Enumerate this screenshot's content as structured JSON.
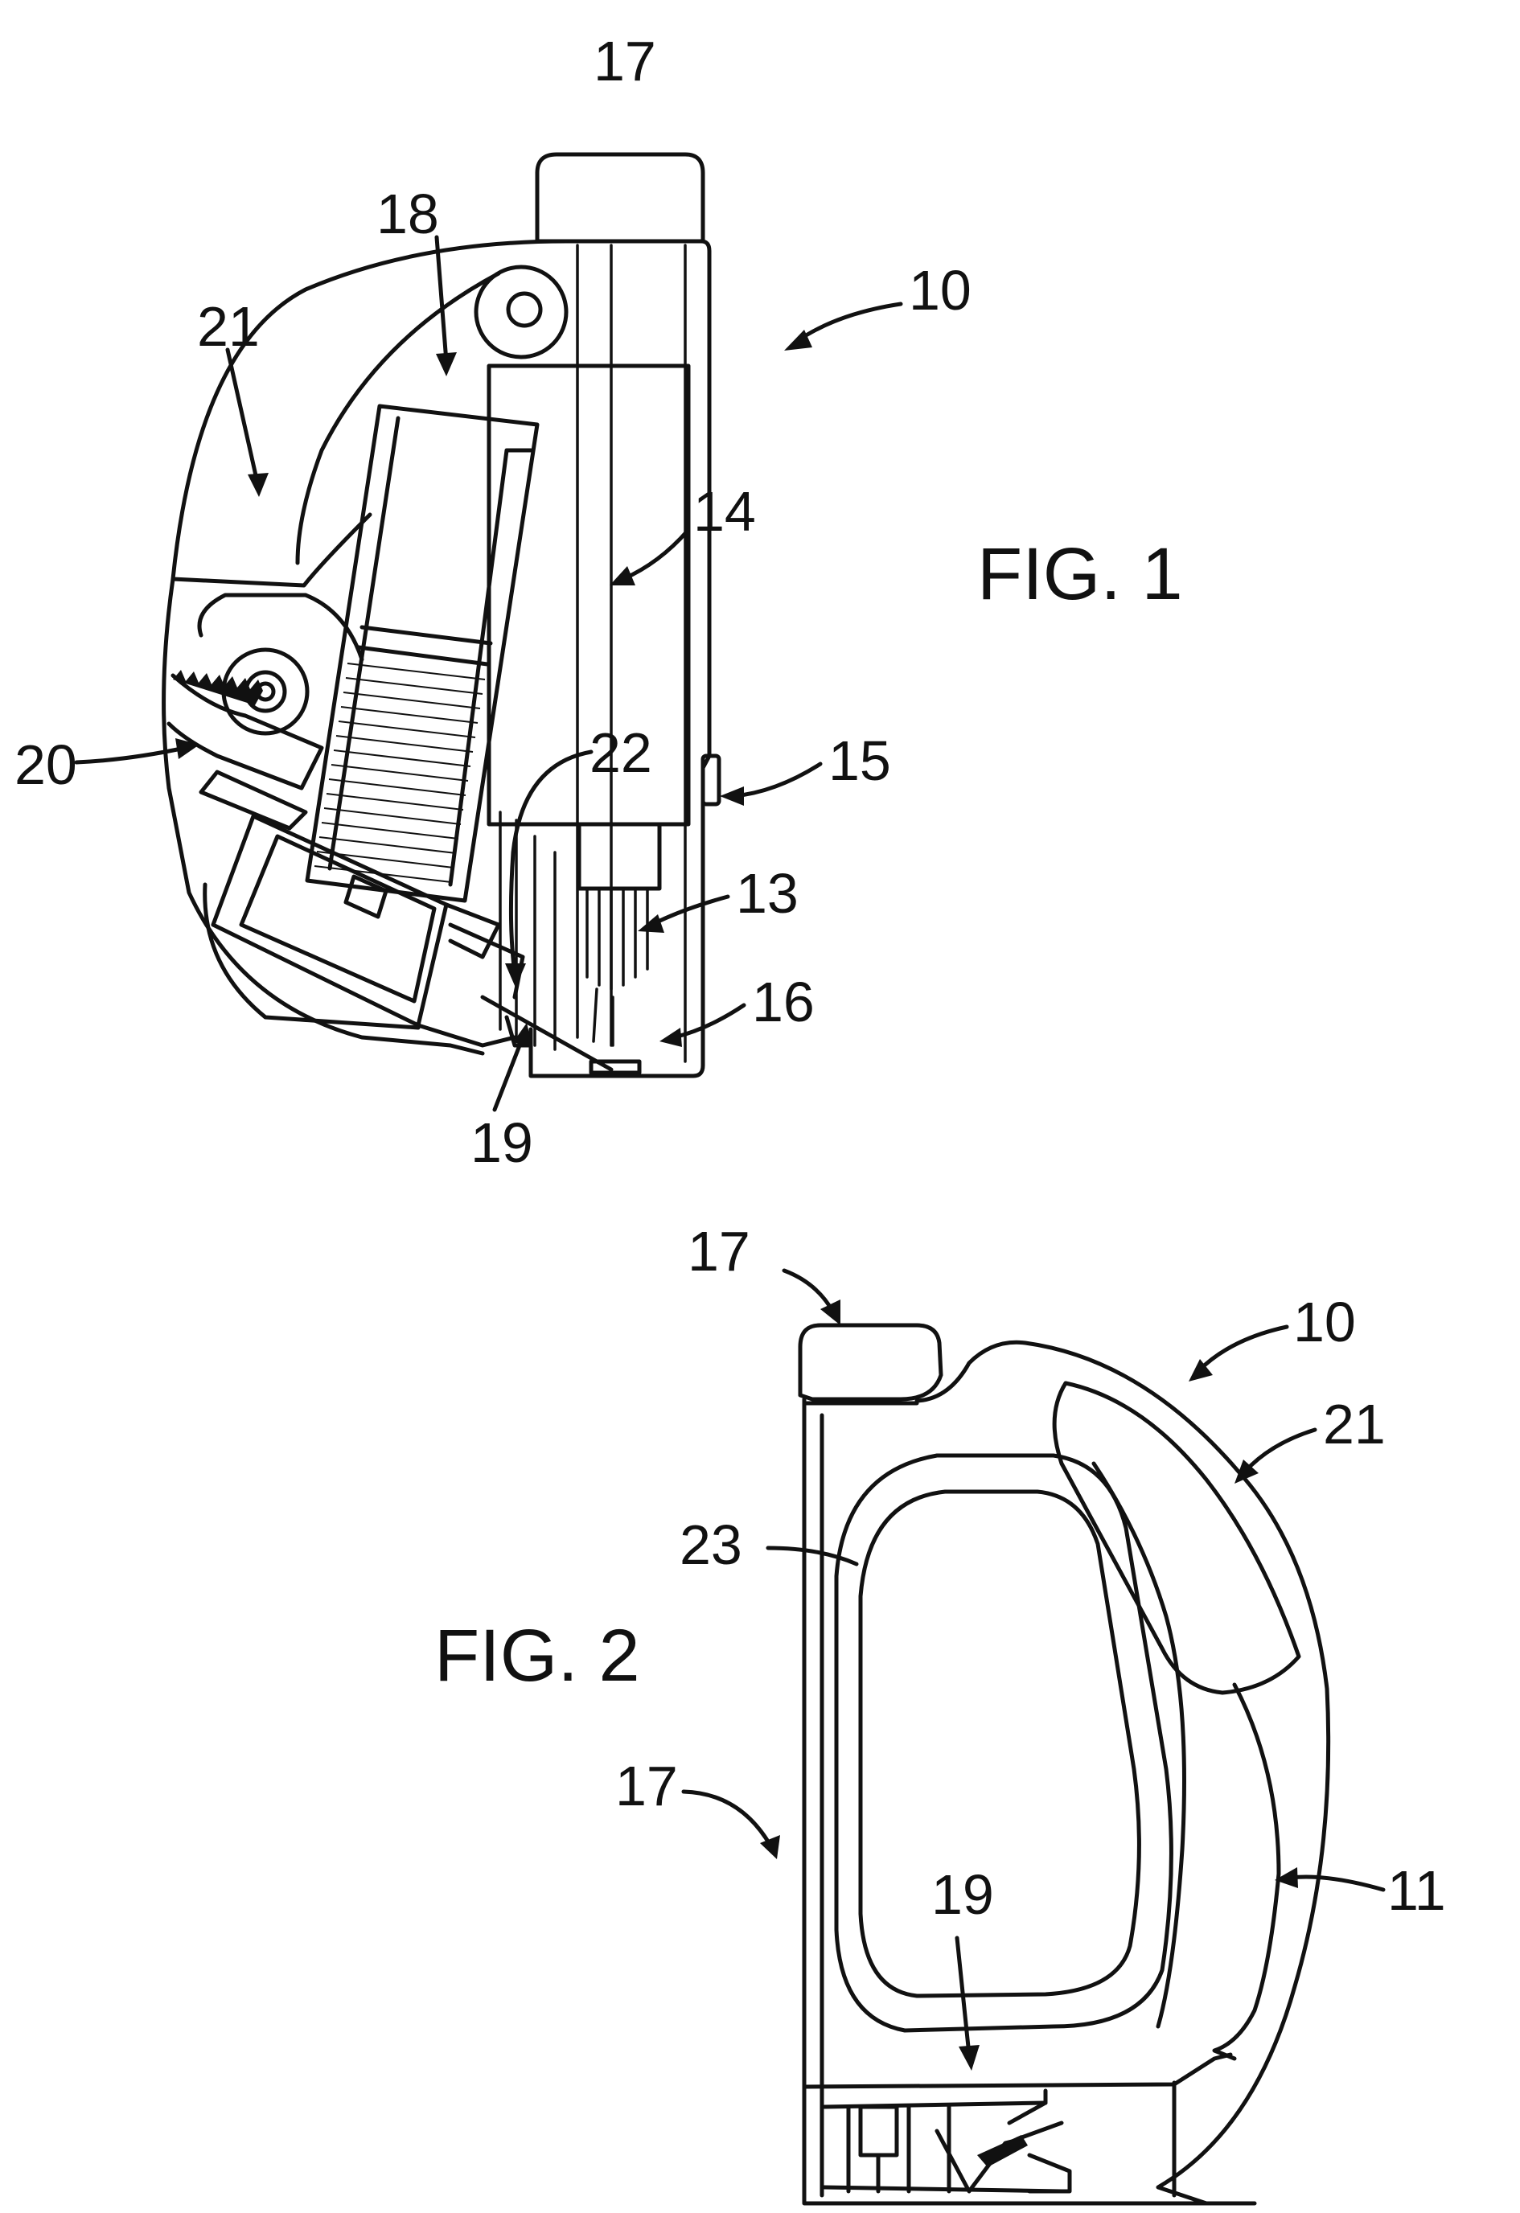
{
  "figure_1": {
    "caption": "FIG. 1",
    "labels": [
      "17",
      "18",
      "10",
      "21",
      "14",
      "22",
      "15",
      "20",
      "13",
      "16",
      "19"
    ]
  },
  "figure_2": {
    "caption": "FIG. 2",
    "labels": [
      "17",
      "10",
      "21",
      "23",
      "17",
      "19",
      "11"
    ]
  },
  "colors": {
    "ink": "#111111",
    "paper": "#ffffff"
  }
}
